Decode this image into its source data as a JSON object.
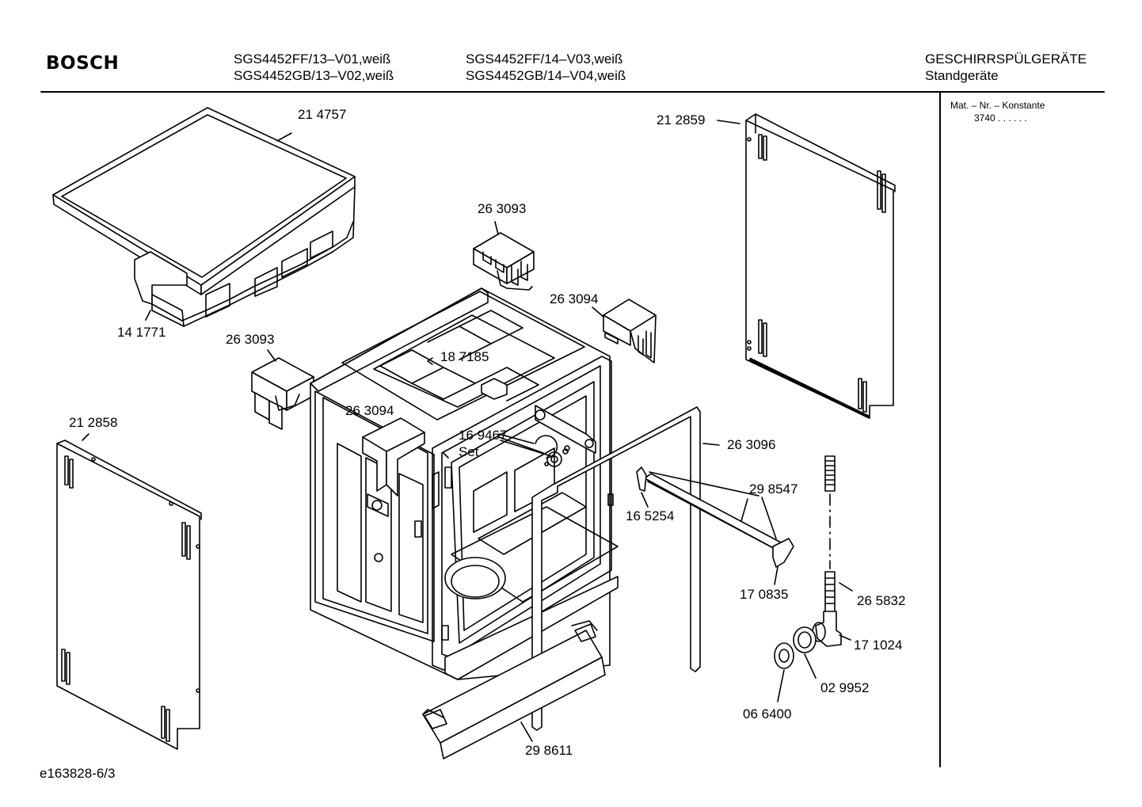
{
  "header": {
    "brand": "BOSCH",
    "models_col1": [
      "SGS4452FF/13–V01,weiß",
      "SGS4452GB/13–V02,weiß"
    ],
    "models_col2": [
      "SGS4452FF/14–V03,weiß",
      "SGS4452GB/14–V04,weiß"
    ],
    "category": "GESCHIRRSPÜLGERÄTE",
    "subcategory": "Standgeräte"
  },
  "side_panel": {
    "heading": "Mat. – Nr. – Konstante",
    "value": "3740  .   .    .   .   .   ."
  },
  "parts": {
    "p214757": "21 4757",
    "p141771": "14 1771",
    "p263093_top": "26 3093",
    "p263094_right": "26 3094",
    "p263093_left": "26 3093",
    "p187185": "18 7185",
    "p263094_inner": "26 3094",
    "p169467": "16 9467",
    "p169467_set": "Set",
    "p212859": "21 2859",
    "p212858": "21 2858",
    "p263096": "26 3096",
    "p298547": "29 8547",
    "p165254": "16 5254",
    "p170835": "17 0835",
    "p265832": "26 5832",
    "p171024": "17 1024",
    "p029952": "02 9952",
    "p066400": "06 6400",
    "p298611": "29 8611"
  },
  "footer": {
    "code": "e163828-6/3"
  }
}
